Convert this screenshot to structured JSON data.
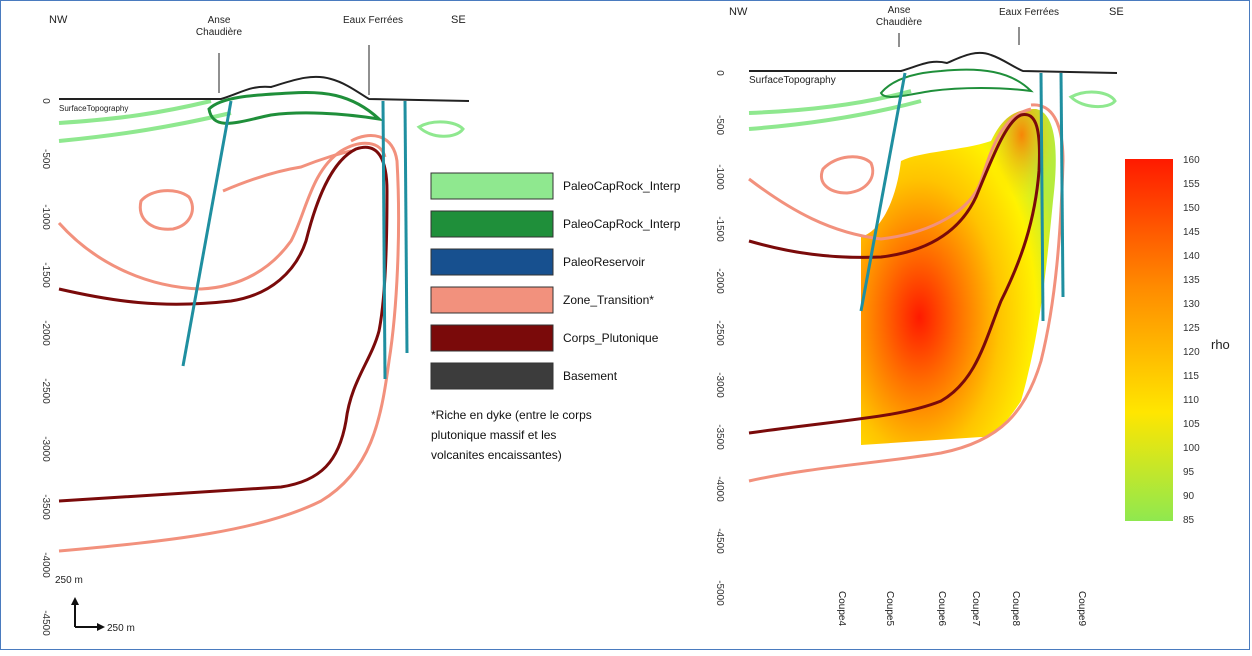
{
  "left_panel": {
    "direction_left": "NW",
    "direction_right": "SE",
    "label_anse": [
      "Anse",
      "Chaudière"
    ],
    "label_eaux": "Eaux Ferrées",
    "surface_label": "SurfaceTopography",
    "depth_ticks": [
      "0",
      "-500",
      "-1000",
      "-1500",
      "-2000",
      "-2500",
      "-3000",
      "-3500",
      "-4000",
      "-4500"
    ],
    "scale_vertical": "250 m",
    "scale_horizontal": "250 m"
  },
  "legend": {
    "items": [
      {
        "label": "PaleoCapRock_Interp",
        "color": "#8fe88f"
      },
      {
        "label": "PaleoCapRock_Interp",
        "color": "#1f8f3a"
      },
      {
        "label": "PaleoReservoir",
        "color": "#17508f"
      },
      {
        "label": "Zone_Transition*",
        "color": "#f2917d"
      },
      {
        "label": "Corps_Plutonique",
        "color": "#7a0a0a"
      },
      {
        "label": "Basement",
        "color": "#3c3c3c"
      }
    ],
    "note": [
      "*Riche en dyke (entre le corps",
      "plutonique massif et les",
      "volcanites encaissantes)"
    ]
  },
  "right_panel": {
    "direction_left": "NW",
    "direction_right": "SE",
    "label_anse": [
      "Anse",
      "Chaudière"
    ],
    "label_eaux": "Eaux Ferrées",
    "surface_label": "SurfaceTopography",
    "depth_ticks": [
      "0",
      "-500",
      "-1000",
      "-1500",
      "-2000",
      "-2500",
      "-3000",
      "-3500",
      "-4000",
      "-4500",
      "-5000"
    ],
    "coupes": [
      "Coupe4",
      "Coupe5",
      "Coupe6",
      "Coupe7",
      "Coupe8",
      "Coupe9"
    ]
  },
  "colorbar": {
    "title": "rho",
    "ticks": [
      "160",
      "155",
      "150",
      "145",
      "140",
      "135",
      "130",
      "125",
      "120",
      "115",
      "110",
      "105",
      "100",
      "95",
      "90",
      "85"
    ],
    "colors": {
      "high": "#ff1a00",
      "mid": "#ffe600",
      "low": "#8fe84f"
    }
  }
}
